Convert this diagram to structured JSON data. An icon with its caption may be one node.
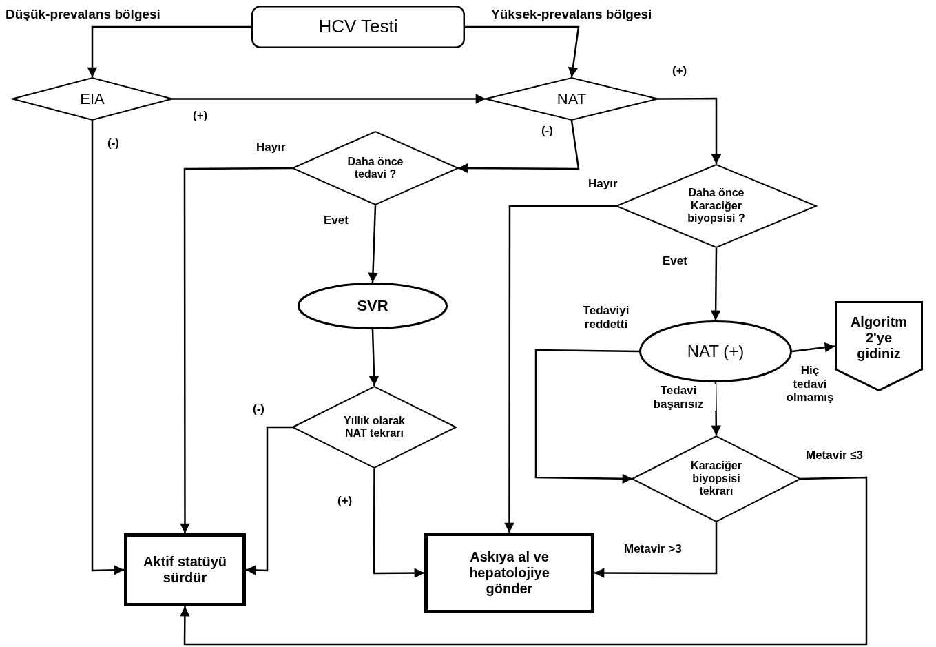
{
  "diagram": {
    "nodes": [
      {
        "text": [
          "HCV Testi"
        ]
      },
      {
        "text": [
          "EIA"
        ]
      },
      {
        "text": [
          "NAT"
        ]
      },
      {
        "text": [
          "Daha önce tedavi ?"
        ]
      },
      {
        "text": [
          "Daha önce Karaciğer biyopsisi ?"
        ]
      },
      {
        "text": [
          "SVR"
        ]
      },
      {
        "text": [
          "Yıllık olarak NAT tekrarı"
        ]
      },
      {
        "text": [
          "NAT (+)"
        ]
      },
      {
        "text": [
          "Algoritm 2'ye gidiniz"
        ]
      },
      {
        "text": [
          "Karaciğer biyopsisi tekrarı"
        ]
      },
      {
        "text": [
          "Aktif statüyü sürdür"
        ]
      },
      {
        "text": [
          "Askıya al ve hepatolojiye gönder"
        ]
      }
    ],
    "edges": [
      {
        "from": 0,
        "to": 1,
        "arrow": "to",
        "label": "Düşük-prevalans bölgesi"
      },
      {
        "from": 0,
        "to": 2,
        "arrow": "to",
        "label": "Yüksek-prevalans bölgesi"
      },
      {
        "from": 1,
        "to": 2,
        "arrow": "to",
        "label": "(+)"
      },
      {
        "from": 1,
        "to": 10,
        "arrow": "to",
        "label": "(-)"
      },
      {
        "from": 2,
        "to": 3,
        "arrow": "to",
        "label": "(-)"
      },
      {
        "from": 2,
        "to": 4,
        "arrow": "to",
        "label": "(+)"
      },
      {
        "from": 3,
        "to": 10,
        "arrow": "to",
        "label": "Hayır"
      },
      {
        "from": 3,
        "to": 5,
        "arrow": "to",
        "label": "Evet"
      },
      {
        "from": 5,
        "to": 6,
        "arrow": "to"
      },
      {
        "from": 6,
        "to": 10,
        "arrow": "to",
        "label": "(-)"
      },
      {
        "from": 6,
        "to": 11,
        "arrow": "to",
        "label": "(+)"
      },
      {
        "from": 4,
        "to": 11,
        "arrow": "to",
        "label": "Hayır"
      },
      {
        "from": 4,
        "to": 7,
        "arrow": "to",
        "label": "Evet"
      },
      {
        "from": 7,
        "to": 9,
        "arrow": "to",
        "label": "Tedavi başarısız"
      },
      {
        "from": 7,
        "to": 9,
        "arrow": "to",
        "label": "Tedaviyi reddetti"
      },
      {
        "from": 7,
        "to": 8,
        "arrow": "to",
        "label": "Hiç tedavi olmamış"
      },
      {
        "from": 9,
        "to": 11,
        "arrow": "to",
        "label": "Metavir >3"
      },
      {
        "from": 9,
        "to": 10,
        "arrow": "to",
        "label": "Metavir ≤3"
      }
    ]
  }
}
